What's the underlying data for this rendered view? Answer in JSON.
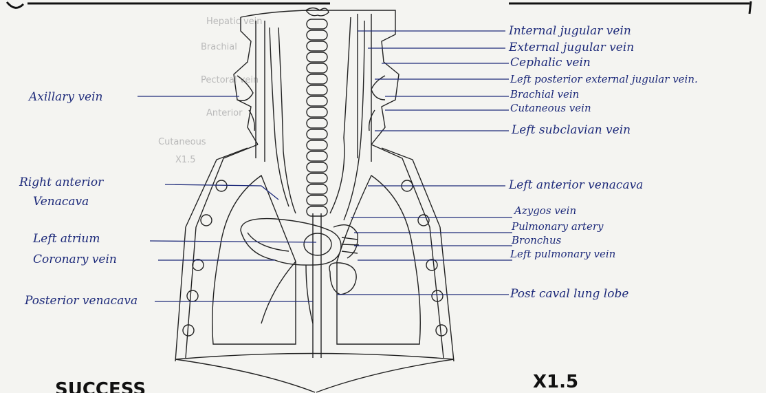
{
  "left_labels": {
    "axillary": "Axillary vein",
    "right_anterior_1": "Right anterior",
    "right_anterior_2": "Venacava",
    "left_atrium": "Left atrium",
    "coronary": "Coronary vein",
    "posterior": "Posterior venacava"
  },
  "right_labels": {
    "internal_jugular": "Internal jugular vein",
    "external_jugular": "External jugular vein",
    "cephalic": "Cephalic vein",
    "left_post_ext_jugular": "Left posterior external jugular vein.",
    "brachial": "Brachial vein",
    "cutaneous": "Cutaneous vein",
    "left_subclavian": "Left subclavian vein",
    "left_ant_venacava": "Left anterior venacava",
    "azygos": "Azygos vein",
    "pulmonary_artery": "Pulmonary artery",
    "bronchus": "Bronchus",
    "left_pulmonary_vein": "Left pulmonary vein",
    "post_caval_lobe": "Post caval lung lobe"
  },
  "bottom": {
    "left_word": "SUCCESS",
    "scale": "X1.5"
  },
  "faint": {
    "l1": "Hepatic vein",
    "l2": "Brachial",
    "l3": "Pectoral vein",
    "l4": "Anterior",
    "l5": "Cutaneous",
    "scale": "X1.5"
  }
}
